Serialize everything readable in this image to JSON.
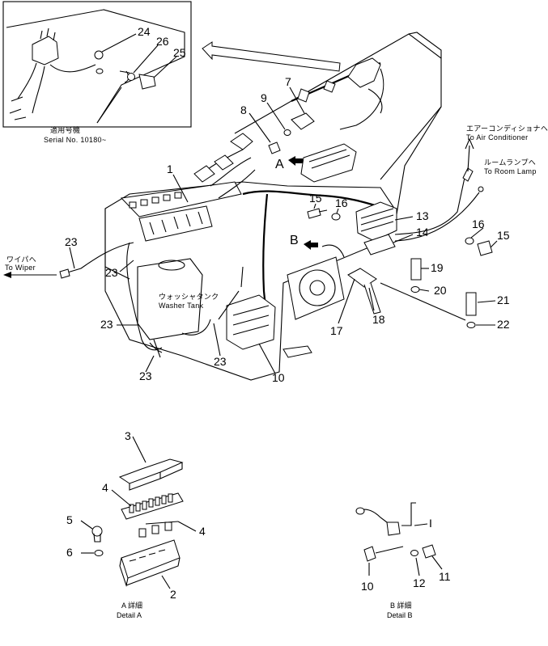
{
  "inset": {
    "serial_jp": "適用号機",
    "serial_en": "Serial No. 10180~",
    "callouts": [
      "24",
      "26",
      "25"
    ]
  },
  "main_callouts": {
    "c1": "1",
    "c7": "7",
    "c8": "8",
    "c9": "9",
    "c10": "10",
    "c13": "13",
    "c14": "14",
    "c15a": "15",
    "c15b": "15",
    "c16a": "16",
    "c16b": "16",
    "c17": "17",
    "c18": "18",
    "c19": "19",
    "c20": "20",
    "c21": "21",
    "c22": "22",
    "c23a": "23",
    "c23b": "23",
    "c23c": "23",
    "c23d": "23",
    "c23e": "23"
  },
  "view_markers": {
    "a": "A",
    "b": "B"
  },
  "labels": {
    "wiper_jp": "ワイパへ",
    "wiper_en": "To Wiper",
    "washer_jp": "ウォッシャタンク",
    "washer_en": "Washer Tank",
    "aircon_jp": "エアーコンディショナヘ",
    "aircon_en": "To Air Conditioner",
    "room_jp": "ルームランプヘ",
    "room_en": "To Room Lamp"
  },
  "detail_a": {
    "callouts": {
      "c2": "2",
      "c3": "3",
      "c4a": "4",
      "c4b": "4",
      "c5": "5",
      "c6": "6"
    },
    "caption_jp": "A 詳細",
    "caption_en": "Detail A"
  },
  "detail_b": {
    "callouts": {
      "cI": "I",
      "c10": "10",
      "c11": "11",
      "c12": "12"
    },
    "caption_jp": "B 詳細",
    "caption_en": "Detail B"
  }
}
